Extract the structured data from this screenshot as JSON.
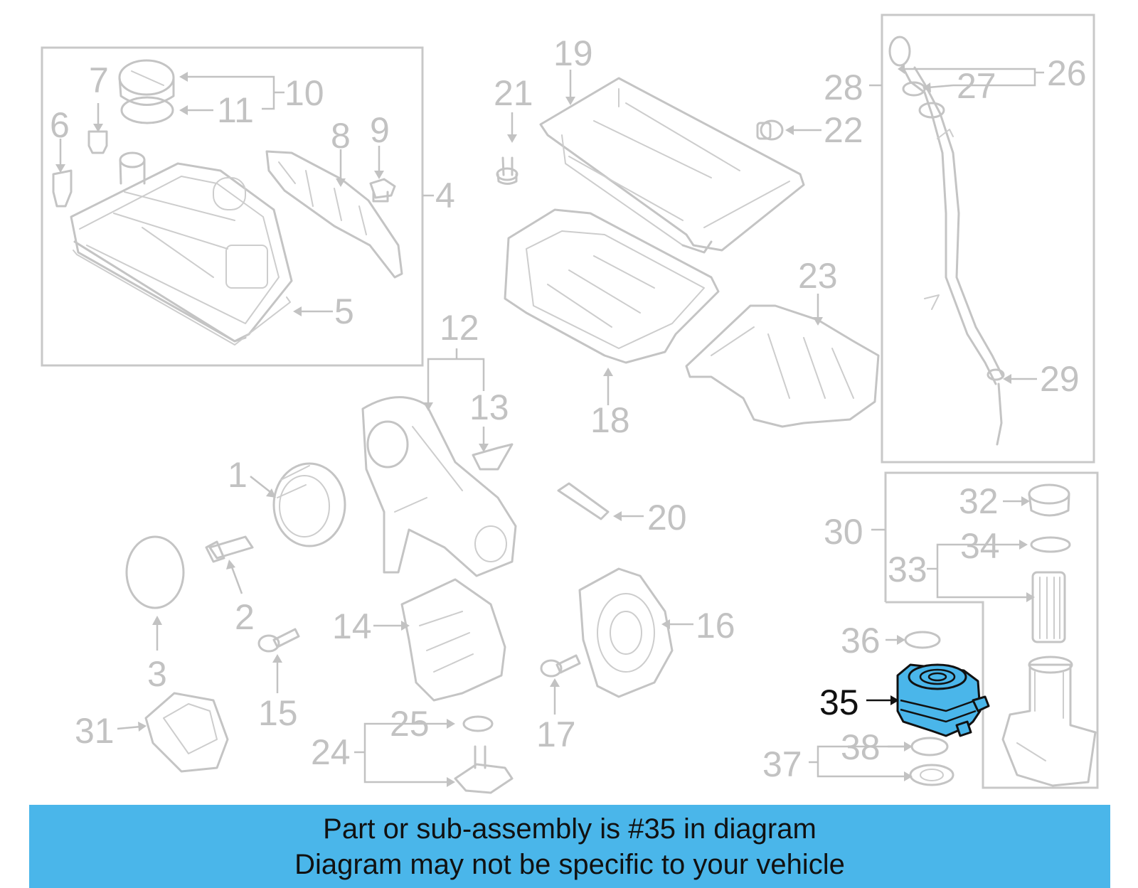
{
  "callouts": {
    "c1": "1",
    "c2": "2",
    "c3": "3",
    "c4": "4",
    "c5": "5",
    "c6": "6",
    "c7": "7",
    "c8": "8",
    "c9": "9",
    "c10": "10",
    "c11": "11",
    "c12": "12",
    "c13": "13",
    "c14": "14",
    "c15": "15",
    "c16": "16",
    "c17": "17",
    "c18": "18",
    "c19": "19",
    "c20": "20",
    "c21": "21",
    "c22": "22",
    "c23": "23",
    "c24": "24",
    "c25": "25",
    "c26": "26",
    "c27": "27",
    "c28": "28",
    "c29": "29",
    "c30": "30",
    "c31": "31",
    "c32": "32",
    "c33": "33",
    "c34": "34",
    "c35": "35",
    "c36": "36",
    "c37": "37",
    "c38": "38"
  },
  "highlighted_part": "35",
  "colors": {
    "highlight_fill": "#4ab6ea",
    "footer_background": "#4ab6ea",
    "greyed_parts": "#c4c4c4",
    "highlight_outline": "#111111"
  },
  "footer": {
    "line1": "Part or sub-assembly is #35 in diagram",
    "line2": "Diagram may not be specific to your vehicle"
  }
}
